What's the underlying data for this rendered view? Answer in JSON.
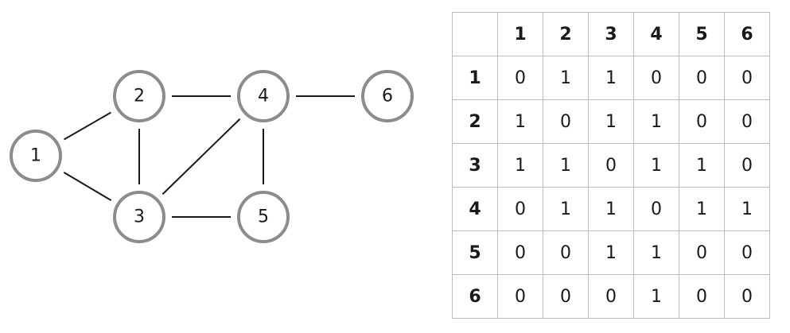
{
  "graph": {
    "nodes": [
      {
        "id": "1",
        "label": "1"
      },
      {
        "id": "2",
        "label": "2"
      },
      {
        "id": "3",
        "label": "3"
      },
      {
        "id": "4",
        "label": "4"
      },
      {
        "id": "5",
        "label": "5"
      },
      {
        "id": "6",
        "label": "6"
      }
    ],
    "edges": [
      [
        "1",
        "2"
      ],
      [
        "1",
        "3"
      ],
      [
        "2",
        "3"
      ],
      [
        "2",
        "4"
      ],
      [
        "3",
        "4"
      ],
      [
        "3",
        "5"
      ],
      [
        "4",
        "5"
      ],
      [
        "4",
        "6"
      ]
    ]
  },
  "matrix": {
    "col_headers": [
      "1",
      "2",
      "3",
      "4",
      "5",
      "6"
    ],
    "rows": [
      {
        "header": "1",
        "cells": [
          "0",
          "1",
          "1",
          "0",
          "0",
          "0"
        ]
      },
      {
        "header": "2",
        "cells": [
          "1",
          "0",
          "1",
          "1",
          "0",
          "0"
        ]
      },
      {
        "header": "3",
        "cells": [
          "1",
          "1",
          "0",
          "1",
          "1",
          "0"
        ]
      },
      {
        "header": "4",
        "cells": [
          "0",
          "1",
          "1",
          "0",
          "1",
          "1"
        ]
      },
      {
        "header": "5",
        "cells": [
          "0",
          "0",
          "1",
          "1",
          "0",
          "0"
        ]
      },
      {
        "header": "6",
        "cells": [
          "0",
          "0",
          "0",
          "1",
          "0",
          "0"
        ]
      }
    ]
  },
  "colors": {
    "node_stroke": "#8c8c8c",
    "edge": "#1a1a1a",
    "grid": "#bdbdbd",
    "text": "#1a1a1a"
  }
}
